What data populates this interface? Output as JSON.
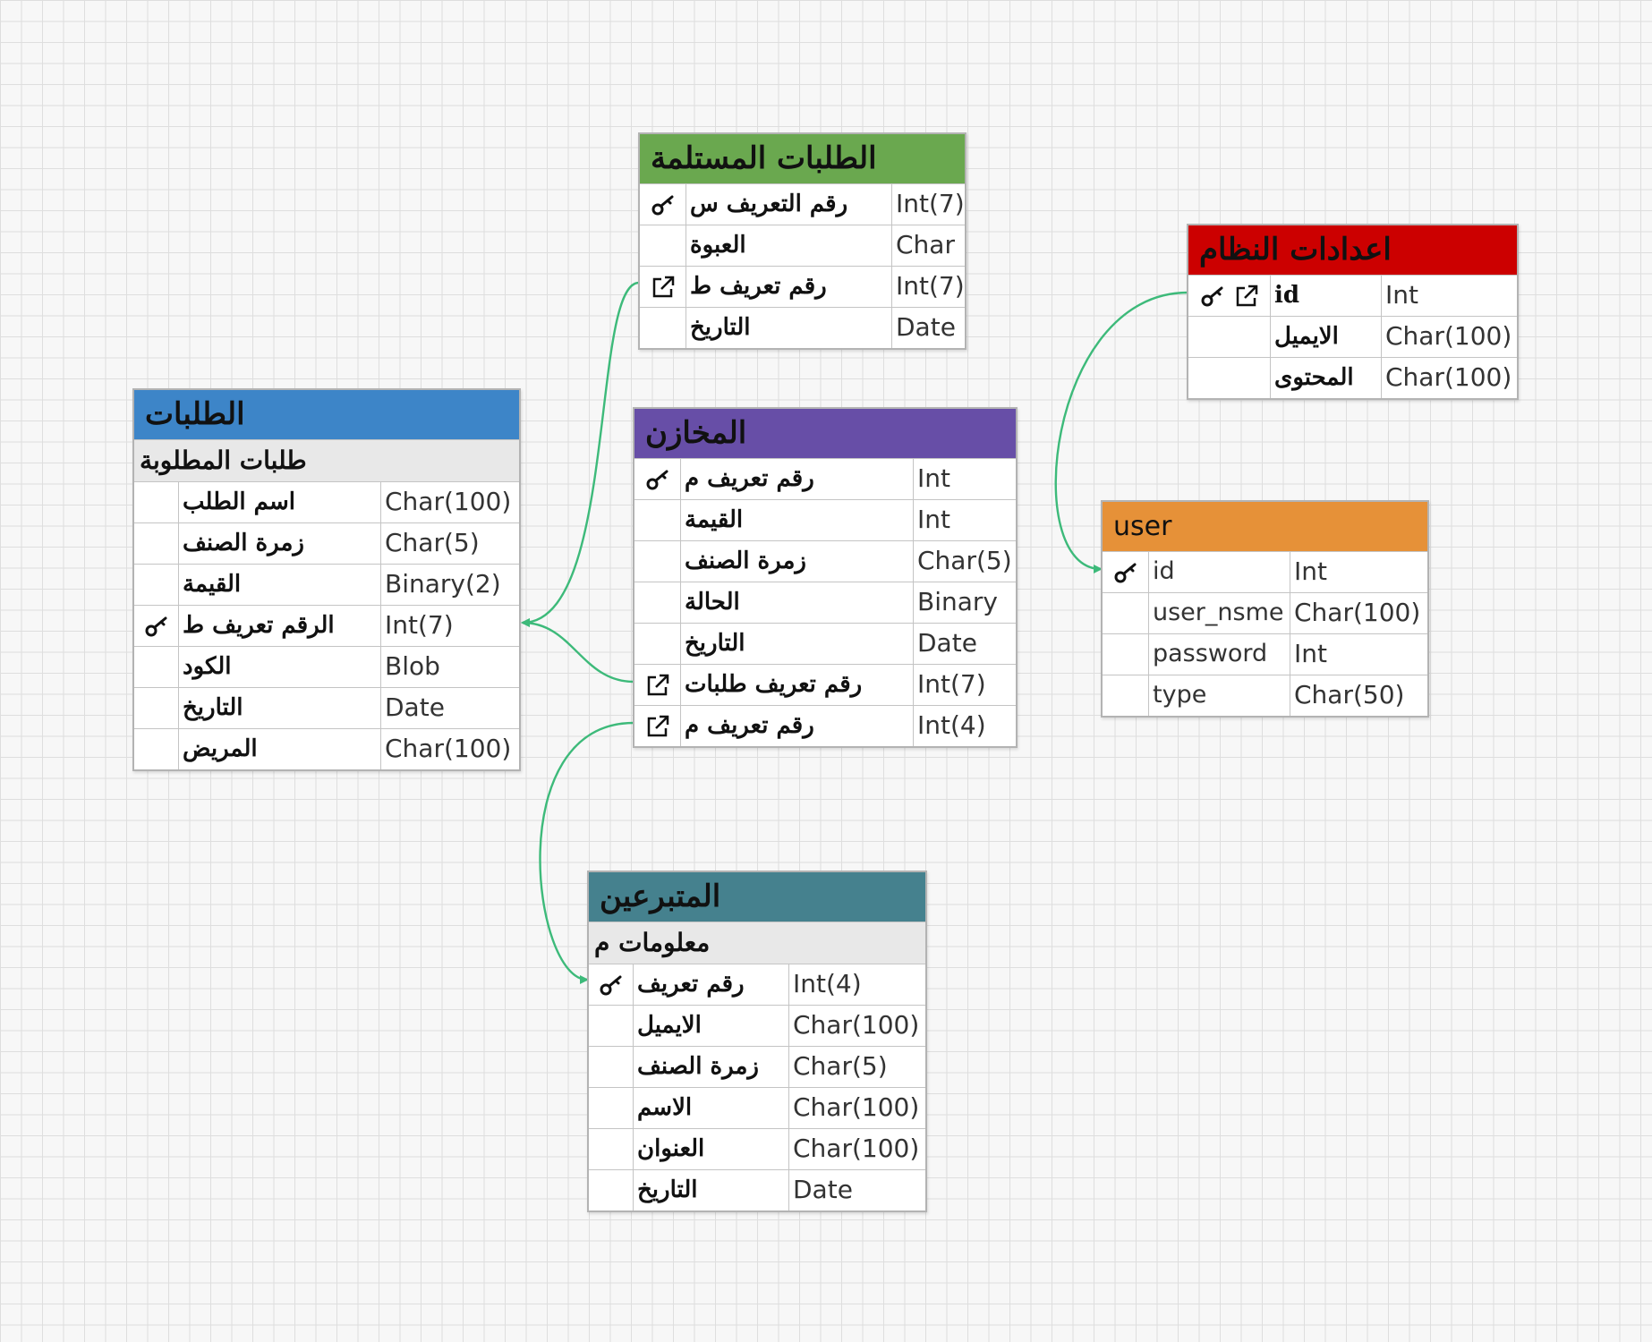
{
  "diagram": {
    "tables": [
      {
        "id": "received_requests",
        "title": "الطلبات المستلمة",
        "header_color": "#6aa84f",
        "columns": [
          {
            "name": "رقم التعريف س",
            "type": "Int(7)",
            "icons": [
              "key-icon"
            ]
          },
          {
            "name": "العبوة",
            "type": "Char",
            "icons": []
          },
          {
            "name": "رقم تعريف ط",
            "type": "Int(7)",
            "icons": [
              "link-icon"
            ]
          },
          {
            "name": "التاريخ",
            "type": "Date",
            "icons": []
          }
        ]
      },
      {
        "id": "system_settings",
        "title": "اعدادات النظام",
        "header_color": "#cc0000",
        "columns": [
          {
            "name": "id",
            "type": "Int",
            "icons": [
              "key-icon",
              "link-icon"
            ]
          },
          {
            "name": "الايميل",
            "type": "Char(100)",
            "icons": []
          },
          {
            "name": "المحتوى",
            "type": "Char(100)",
            "icons": []
          }
        ]
      },
      {
        "id": "requests",
        "title": "الطلبات",
        "subtitle": "طلبات المطلوبة",
        "header_color": "#3d85c8",
        "columns": [
          {
            "name": "اسم الطلب",
            "type": "Char(100)",
            "icons": []
          },
          {
            "name": "زمرة الصنف",
            "type": "Char(5)",
            "icons": []
          },
          {
            "name": "القيمة",
            "type": "Binary(2)",
            "icons": []
          },
          {
            "name": "الرقم تعريف ط",
            "type": "Int(7)",
            "icons": [
              "key-icon"
            ]
          },
          {
            "name": "الكود",
            "type": "Blob",
            "icons": []
          },
          {
            "name": "التاريخ",
            "type": "Date",
            "icons": []
          },
          {
            "name": "المريض",
            "type": "Char(100)",
            "icons": []
          }
        ]
      },
      {
        "id": "warehouses",
        "title": "المخازن",
        "header_color": "#674ea7",
        "columns": [
          {
            "name": "رقم تعريف م",
            "type": "Int",
            "icons": [
              "key-icon"
            ]
          },
          {
            "name": "القيمة",
            "type": "Int",
            "icons": []
          },
          {
            "name": "زمرة الصنف",
            "type": "Char(5)",
            "icons": []
          },
          {
            "name": "الحالة",
            "type": "Binary",
            "icons": []
          },
          {
            "name": "التاريخ",
            "type": "Date",
            "icons": []
          },
          {
            "name": "رقم تعريف طلبات",
            "type": "Int(7)",
            "icons": [
              "link-icon"
            ]
          },
          {
            "name": "رقم تعريف م",
            "type": "Int(4)",
            "icons": [
              "link-icon"
            ]
          }
        ]
      },
      {
        "id": "user",
        "title": "user",
        "header_color": "#e69138",
        "columns": [
          {
            "name": "id",
            "type": "Int",
            "icons": [
              "key-icon"
            ]
          },
          {
            "name": "user_nsme",
            "type": "Char(100)",
            "icons": []
          },
          {
            "name": "password",
            "type": "Int",
            "icons": []
          },
          {
            "name": "type",
            "type": "Char(50)",
            "icons": []
          }
        ]
      },
      {
        "id": "donors",
        "title": "المتبرعين",
        "subtitle": "معلومات م",
        "header_color": "#45818e",
        "columns": [
          {
            "name": "رقم تعريف",
            "type": "Int(4)",
            "icons": [
              "key-icon"
            ]
          },
          {
            "name": "الايميل",
            "type": "Char(100)",
            "icons": []
          },
          {
            "name": "زمرة الصنف",
            "type": "Char(5)",
            "icons": []
          },
          {
            "name": "الاسم",
            "type": "Char(100)",
            "icons": []
          },
          {
            "name": "العنوان",
            "type": "Char(100)",
            "icons": []
          },
          {
            "name": "التاريخ",
            "type": "Date",
            "icons": []
          }
        ]
      }
    ],
    "relationships": [
      {
        "from": "received_requests.رقم تعريف ط",
        "to": "requests.الرقم تعريف ط"
      },
      {
        "from": "warehouses.رقم تعريف طلبات",
        "to": "requests.الرقم تعريف ط"
      },
      {
        "from": "warehouses.رقم تعريف م",
        "to": "donors.رقم تعريف"
      },
      {
        "from": "system_settings.id",
        "to": "user.id"
      }
    ],
    "connector_color": "#3dba7a"
  }
}
